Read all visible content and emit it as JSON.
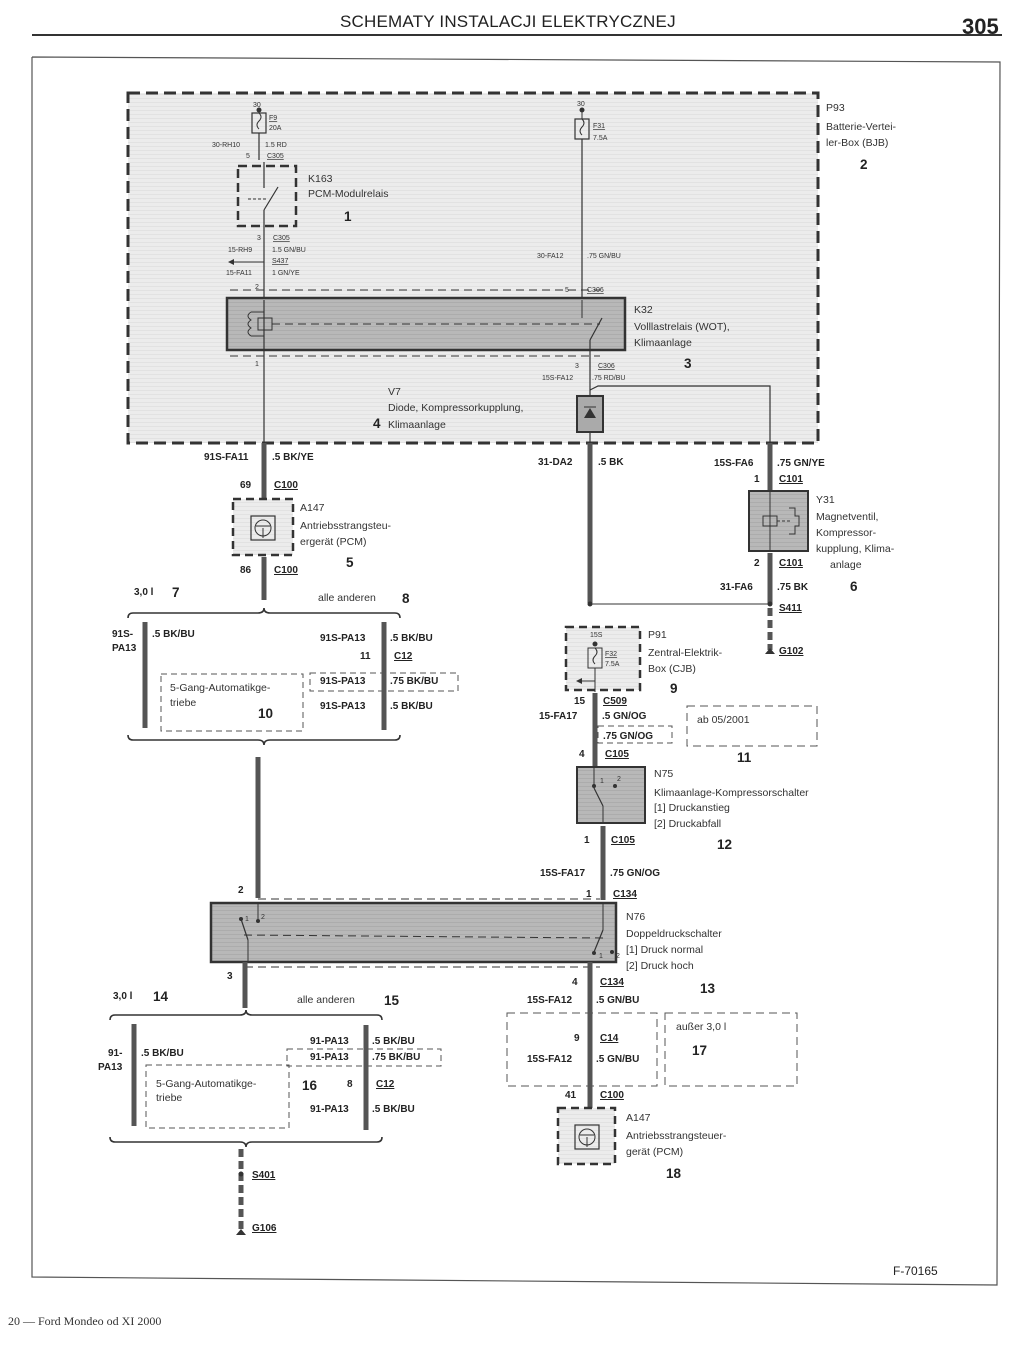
{
  "page": {
    "header_title": "SCHEMATY INSTALACJI ELEKTRYCZNEJ",
    "page_number": "305",
    "figure_id": "F-70165",
    "footer": "20 — Ford Mondeo od XI 2000"
  },
  "components": {
    "k163": {
      "code": "K163",
      "name": "PCM-Modulrelais",
      "ref": "1"
    },
    "p93": {
      "code": "P93",
      "name_line1": "Batterie-Vertei-",
      "name_line2": "ler-Box (BJB)",
      "ref": "2"
    },
    "k32": {
      "code": "K32",
      "name_line1": "Volllastrelais (WOT),",
      "name_line2": "Klimaanlage",
      "ref": "3"
    },
    "v7": {
      "code": "V7",
      "name_line1": "Diode, Kompressorkupplung,",
      "name_line2": "Klimaanlage",
      "ref": "4"
    },
    "a147_top": {
      "code": "A147",
      "name_line1": "Antriebsstrangsteu-",
      "name_line2": "ergerät (PCM)",
      "ref": "5"
    },
    "y31": {
      "code": "Y31",
      "name_line1": "Magnetventil,",
      "name_line2": "Kompressor-",
      "name_line3": "kupplung, Klima-",
      "name_line4": "anlage",
      "ref": "6"
    },
    "variant_30l_a": {
      "label": "3,0 l",
      "ref": "7"
    },
    "variant_other_a": {
      "label": "alle anderen",
      "ref": "8"
    },
    "p91": {
      "code": "P91",
      "name_line1": "Zentral-Elektrik-",
      "name_line2": "Box (CJB)",
      "ref": "9"
    },
    "gearbox_a": {
      "name_line1": "5-Gang-Automatikge-",
      "name_line2": "triebe",
      "ref": "10"
    },
    "since_2001": {
      "label": "ab 05/2001",
      "ref": "11"
    },
    "n75": {
      "code": "N75",
      "name": "Klimaanlage-Kompressorschalter",
      "state1": "[1] Druckanstieg",
      "state2": "[2] Druckabfall",
      "ref": "12"
    },
    "n76": {
      "code": "N76",
      "name": "Doppeldruckschalter",
      "state1": "[1] Druck normal",
      "state2": "[2] Druck hoch",
      "ref": "13"
    },
    "variant_30l_b": {
      "label": "3,0 l",
      "ref": "14"
    },
    "variant_other_b": {
      "label": "alle anderen",
      "ref": "15"
    },
    "gearbox_b": {
      "name_line1": "5-Gang-Automatikge-",
      "name_line2": "triebe",
      "ref": "16"
    },
    "except_30l": {
      "label": "außer 3,0 l",
      "ref": "17"
    },
    "a147_bottom": {
      "code": "A147",
      "name_line1": "Antriebsstrangsteuer-",
      "name_line2": "gerät (PCM)",
      "ref": "18"
    }
  },
  "fuses": {
    "f9": {
      "id": "F9",
      "rating": "20A",
      "terminal": "30"
    },
    "f31": {
      "id": "F31",
      "rating": "7.5A",
      "terminal": "30"
    },
    "f32": {
      "id": "F32",
      "rating": "7.5A",
      "terminal": "15S"
    }
  },
  "wires": {
    "w_30rh10": {
      "circuit": "30-RH10",
      "spec": "1.5 RD"
    },
    "w_15rh9": {
      "circuit": "15-RH9",
      "spec": "1.5 GN/BU"
    },
    "w_15fa11": {
      "circuit": "15-FA11",
      "spec": "1 GN/YE"
    },
    "w_30fa12": {
      "circuit": "30-FA12",
      "spec": ".75 GN/BU"
    },
    "w_15sfa12_top": {
      "circuit": "15S-FA12",
      "spec": ".75 RD/BU"
    },
    "w_91sfa11": {
      "circuit": "91S-FA11",
      "spec": ".5 BK/YE"
    },
    "w_31da2": {
      "circuit": "31-DA2",
      "spec": ".5 BK"
    },
    "w_15sfa6": {
      "circuit": "15S-FA6",
      "spec": ".75 GN/YE"
    },
    "w_31fa6": {
      "circuit": "31-FA6",
      "spec": ".75 BK"
    },
    "w_91spa13_left_a": {
      "circuit_l1": "91S-",
      "circuit_l2": "PA13",
      "spec": ".5 BK/BU"
    },
    "w_91spa13_r1": {
      "circuit": "91S-PA13",
      "spec": ".5 BK/BU"
    },
    "w_91spa13_r2": {
      "circuit": "91S-PA13",
      "spec": ".75 BK/BU"
    },
    "w_91spa13_r3": {
      "circuit": "91S-PA13",
      "spec": ".5 BK/BU"
    },
    "w_15fa17": {
      "circuit": "15-FA17",
      "spec": ".5 GN/OG",
      "alt_spec": ".75 GN/OG"
    },
    "w_15sfa17": {
      "circuit": "15S-FA17",
      "spec": ".75 GN/OG"
    },
    "w_15sfa12_a": {
      "circuit": "15S-FA12",
      "spec": ".5 GN/BU"
    },
    "w_15sfa12_b": {
      "circuit": "15S-FA12",
      "spec": ".5 GN/BU"
    },
    "w_91pa13_left_b": {
      "circuit_l1": "91-",
      "circuit_l2": "PA13",
      "spec": ".5 BK/BU"
    },
    "w_91pa13_r1": {
      "circuit": "91-PA13",
      "spec": ".5 BK/BU"
    },
    "w_91pa13_r2": {
      "circuit": "91-PA13",
      "spec": ".75 BK/BU"
    },
    "w_91pa13_r3": {
      "circuit": "91-PA13",
      "spec": ".5 BK/BU"
    }
  },
  "connectors": {
    "c305_top": {
      "id": "C305",
      "pin": "5"
    },
    "c305_bot": {
      "id": "C305",
      "pin": "3"
    },
    "s437": {
      "id": "S437"
    },
    "k32_pin2": {
      "pin": "2"
    },
    "c306_top": {
      "id": "C306",
      "pin": "5"
    },
    "k32_pin1": {
      "pin": "1"
    },
    "c306_bot": {
      "id": "C306",
      "pin": "3"
    },
    "c100_a": {
      "id": "C100",
      "pin": "69"
    },
    "c100_b": {
      "id": "C100",
      "pin": "86"
    },
    "c101_a": {
      "id": "C101",
      "pin": "1"
    },
    "c101_b": {
      "id": "C101",
      "pin": "2"
    },
    "s411": {
      "id": "S411"
    },
    "g102": {
      "id": "G102"
    },
    "c12_a": {
      "id": "C12",
      "pin": "11"
    },
    "c509": {
      "id": "C509",
      "pin": "15"
    },
    "c105_a": {
      "id": "C105",
      "pin": "4"
    },
    "c105_b": {
      "id": "C105",
      "pin": "1"
    },
    "c134_a": {
      "id": "C134",
      "pin": "1"
    },
    "n76_pin2": {
      "pin": "2"
    },
    "n76_pin3": {
      "pin": "3"
    },
    "c134_b": {
      "id": "C134",
      "pin": "4"
    },
    "c14": {
      "id": "C14",
      "pin": "9"
    },
    "c12_b": {
      "id": "C12",
      "pin": "8"
    },
    "c100_c": {
      "id": "C100",
      "pin": "41"
    },
    "s401": {
      "id": "S401"
    },
    "g106": {
      "id": "G106"
    }
  },
  "switch_positions": {
    "pos1": "1",
    "pos2": "2"
  }
}
